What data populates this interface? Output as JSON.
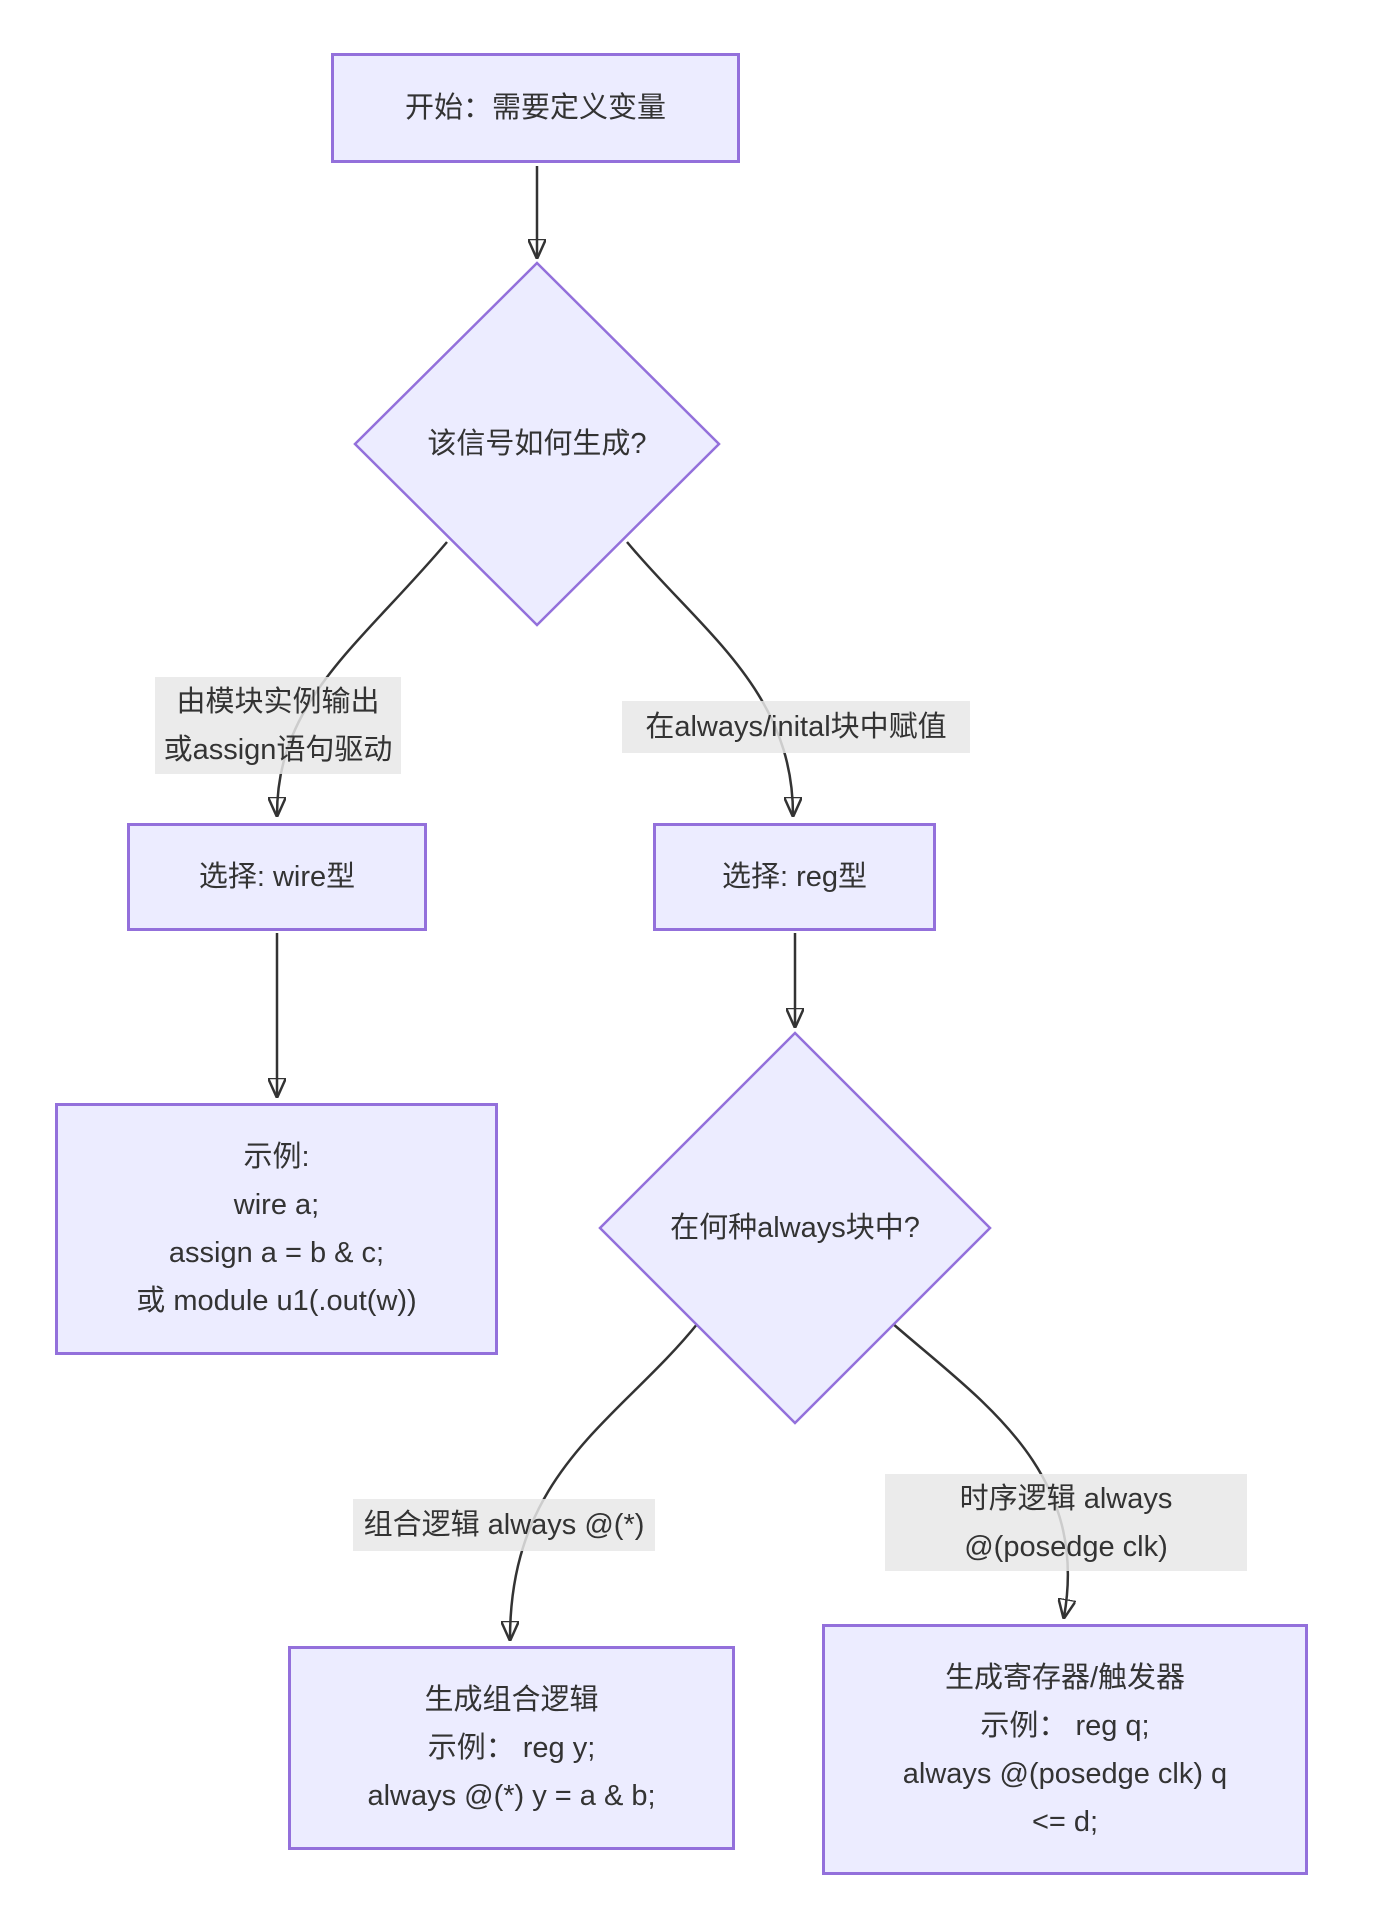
{
  "diagram": {
    "title_implicit": "Verilog变量定义流程图",
    "colors": {
      "node_fill": "#ECECFF",
      "node_border": "#9370DB",
      "text": "#333333",
      "edge_line": "#333333",
      "edge_label_bg": "#e8e8e8",
      "background": "#ffffff"
    },
    "nodes": {
      "start": {
        "label": "开始：需要定义变量"
      },
      "decision1": {
        "label": "该信号如何生成?"
      },
      "choose_wire": {
        "label": "选择: wire型"
      },
      "choose_reg": {
        "label": "选择: reg型"
      },
      "wire_example": {
        "line1": "示例:",
        "line2": "wire a;",
        "line3": "assign a = b & c;",
        "line4": "或 module u1(.out(w))"
      },
      "decision2": {
        "label": "在何种always块中?"
      },
      "comb_logic": {
        "line1": "生成组合逻辑",
        "line2": "示例： reg y;",
        "line3": "always @(*) y = a & b;"
      },
      "seq_logic": {
        "line1": "生成寄存器/触发器",
        "line2": "示例： reg q;",
        "line3": "always @(posedge clk) q",
        "line4": "<= d;"
      }
    },
    "edge_labels": {
      "wire_condition": {
        "line1": "由模块实例输出",
        "line2": "或assign语句驱动"
      },
      "reg_condition": {
        "label": "在always/inital块中赋值"
      },
      "comb_condition": {
        "label": "组合逻辑 always @(*)"
      },
      "seq_condition": {
        "line1": "时序逻辑 always",
        "line2": "@(posedge clk)"
      }
    }
  }
}
